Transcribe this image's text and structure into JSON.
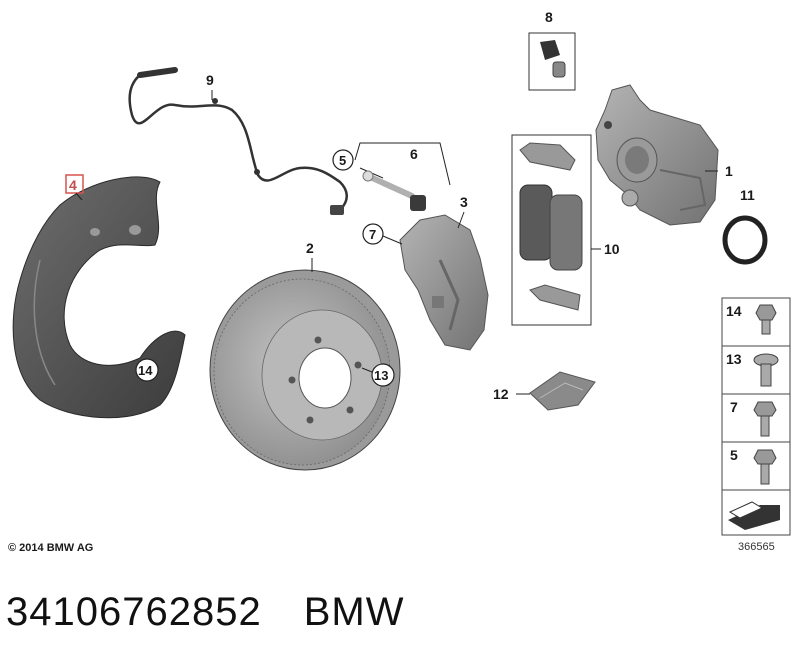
{
  "callouts": {
    "p1": "1",
    "p2": "2",
    "p3": "3",
    "p4": "4",
    "p5": "5",
    "p6": "6",
    "p7": "7",
    "p8": "8",
    "p9": "9",
    "p10": "10",
    "p11": "11",
    "p12": "12",
    "p13": "13",
    "p14": "14"
  },
  "sidebar": {
    "items": [
      {
        "label": "14",
        "icon": "flange-bolt-icon"
      },
      {
        "label": "13",
        "icon": "wheel-bolt-icon"
      },
      {
        "label": "7",
        "icon": "hex-bolt-icon"
      },
      {
        "label": "5",
        "icon": "guide-bolt-icon"
      }
    ],
    "arrow_icon": "diagram-arrow-icon"
  },
  "copyright": "© 2014 BMW AG",
  "diagram_ref": "366565",
  "footer": {
    "part_number": "34106762852",
    "brand": "BMW"
  },
  "colors": {
    "highlight": "#d9534f",
    "part_gray": "#8a8a8a",
    "part_dark": "#5a5a5a"
  }
}
